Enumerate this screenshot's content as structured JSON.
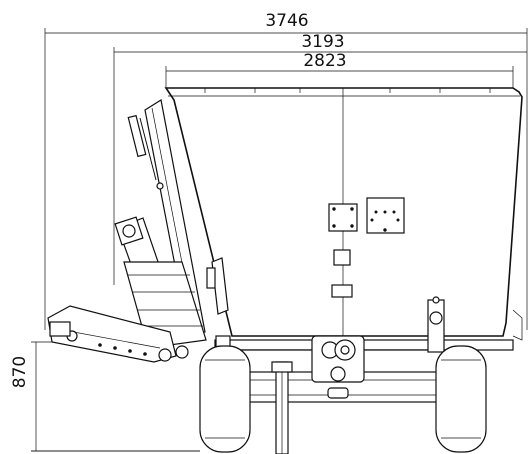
{
  "dimensions": {
    "overall_width": "3746",
    "width_mid": "3193",
    "hopper_width": "2823",
    "height": "870"
  }
}
